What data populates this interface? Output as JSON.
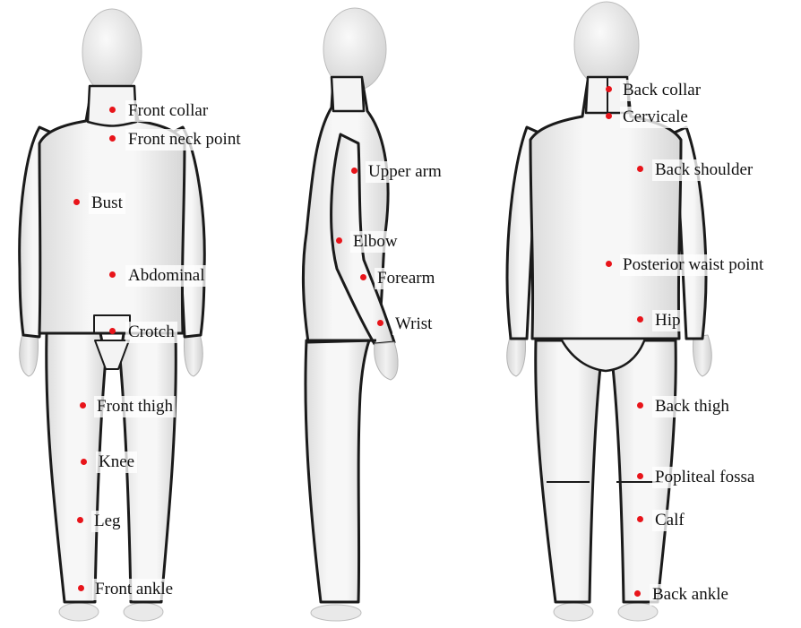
{
  "colors": {
    "marker": "#e8141a",
    "garment": "#f1f1f1",
    "outline": "#1a1a1a",
    "skin": "#e6e6e6"
  },
  "views": {
    "front": {
      "landmarks": [
        {
          "id": "front-collar",
          "label": "Front collar"
        },
        {
          "id": "front-neck-point",
          "label": "Front neck point"
        },
        {
          "id": "bust",
          "label": "Bust"
        },
        {
          "id": "abdominal",
          "label": "Abdominal"
        },
        {
          "id": "crotch",
          "label": "Crotch"
        },
        {
          "id": "front-thigh",
          "label": "Front thigh"
        },
        {
          "id": "knee",
          "label": "Knee"
        },
        {
          "id": "leg",
          "label": "Leg"
        },
        {
          "id": "front-ankle",
          "label": "Front ankle"
        }
      ]
    },
    "side": {
      "landmarks": [
        {
          "id": "upper-arm",
          "label": "Upper arm"
        },
        {
          "id": "elbow",
          "label": "Elbow"
        },
        {
          "id": "forearm",
          "label": "Forearm"
        },
        {
          "id": "wrist",
          "label": "Wrist"
        }
      ]
    },
    "back": {
      "landmarks": [
        {
          "id": "back-collar",
          "label": "Back collar"
        },
        {
          "id": "cervicale",
          "label": "Cervicale"
        },
        {
          "id": "back-shoulder",
          "label": "Back shoulder"
        },
        {
          "id": "posterior-waist-point",
          "label": "Posterior waist point"
        },
        {
          "id": "hip",
          "label": "Hip"
        },
        {
          "id": "back-thigh",
          "label": "Back thigh"
        },
        {
          "id": "popliteal-fossa",
          "label": "Popliteal fossa"
        },
        {
          "id": "calf",
          "label": "Calf"
        },
        {
          "id": "back-ankle",
          "label": "Back ankle"
        }
      ]
    }
  }
}
